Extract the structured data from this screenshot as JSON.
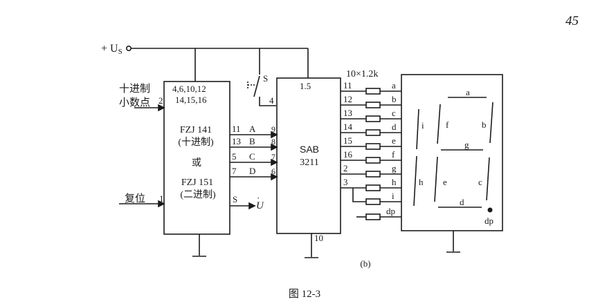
{
  "page_number": "45",
  "supply_label": "+ U",
  "supply_subscript": "S",
  "left_labels": {
    "decimal_line1": "十进制",
    "decimal_line2": "小数点",
    "reset": "复位"
  },
  "counter": {
    "pins_top_line1": "4,6,10,12",
    "pins_top_line2": "14,15,16",
    "pin_dp": "2",
    "pin_reset": "1",
    "name1": "FZJ 141",
    "name1_note": "(十进制)",
    "or": "或",
    "name2": "FZJ 151",
    "name2_note": "(二进制)",
    "s_label": "S",
    "out_label": "U",
    "outputs": [
      {
        "pin": "11",
        "name": "A"
      },
      {
        "pin": "13",
        "name": "B"
      },
      {
        "pin": "5",
        "name": "C"
      },
      {
        "pin": "7",
        "name": "D"
      }
    ]
  },
  "switch_label": "S",
  "decoder": {
    "name": "SAB",
    "part": "3211",
    "pin_supply": "1.5",
    "pin_switch": "4",
    "pin_gnd": "10",
    "inputs": [
      "9",
      "8",
      "7",
      "6"
    ],
    "outputs": [
      {
        "pin": "11",
        "seg": "a"
      },
      {
        "pin": "12",
        "seg": "b"
      },
      {
        "pin": "13",
        "seg": "c"
      },
      {
        "pin": "14",
        "seg": "d"
      },
      {
        "pin": "15",
        "seg": "e"
      },
      {
        "pin": "16",
        "seg": "f"
      },
      {
        "pin": "2",
        "seg": "g"
      },
      {
        "pin": "3",
        "seg": "h"
      }
    ],
    "extra_segs": [
      "i",
      "dp"
    ]
  },
  "resistors_label": "10×1.2k",
  "display_labels": {
    "a": "a",
    "b": "b",
    "c": "c",
    "d": "d",
    "e": "e",
    "f": "f",
    "g": "g",
    "h": "h",
    "i": "i",
    "dp": "dp"
  },
  "subfigure": "(b)",
  "caption": "图 12-3"
}
